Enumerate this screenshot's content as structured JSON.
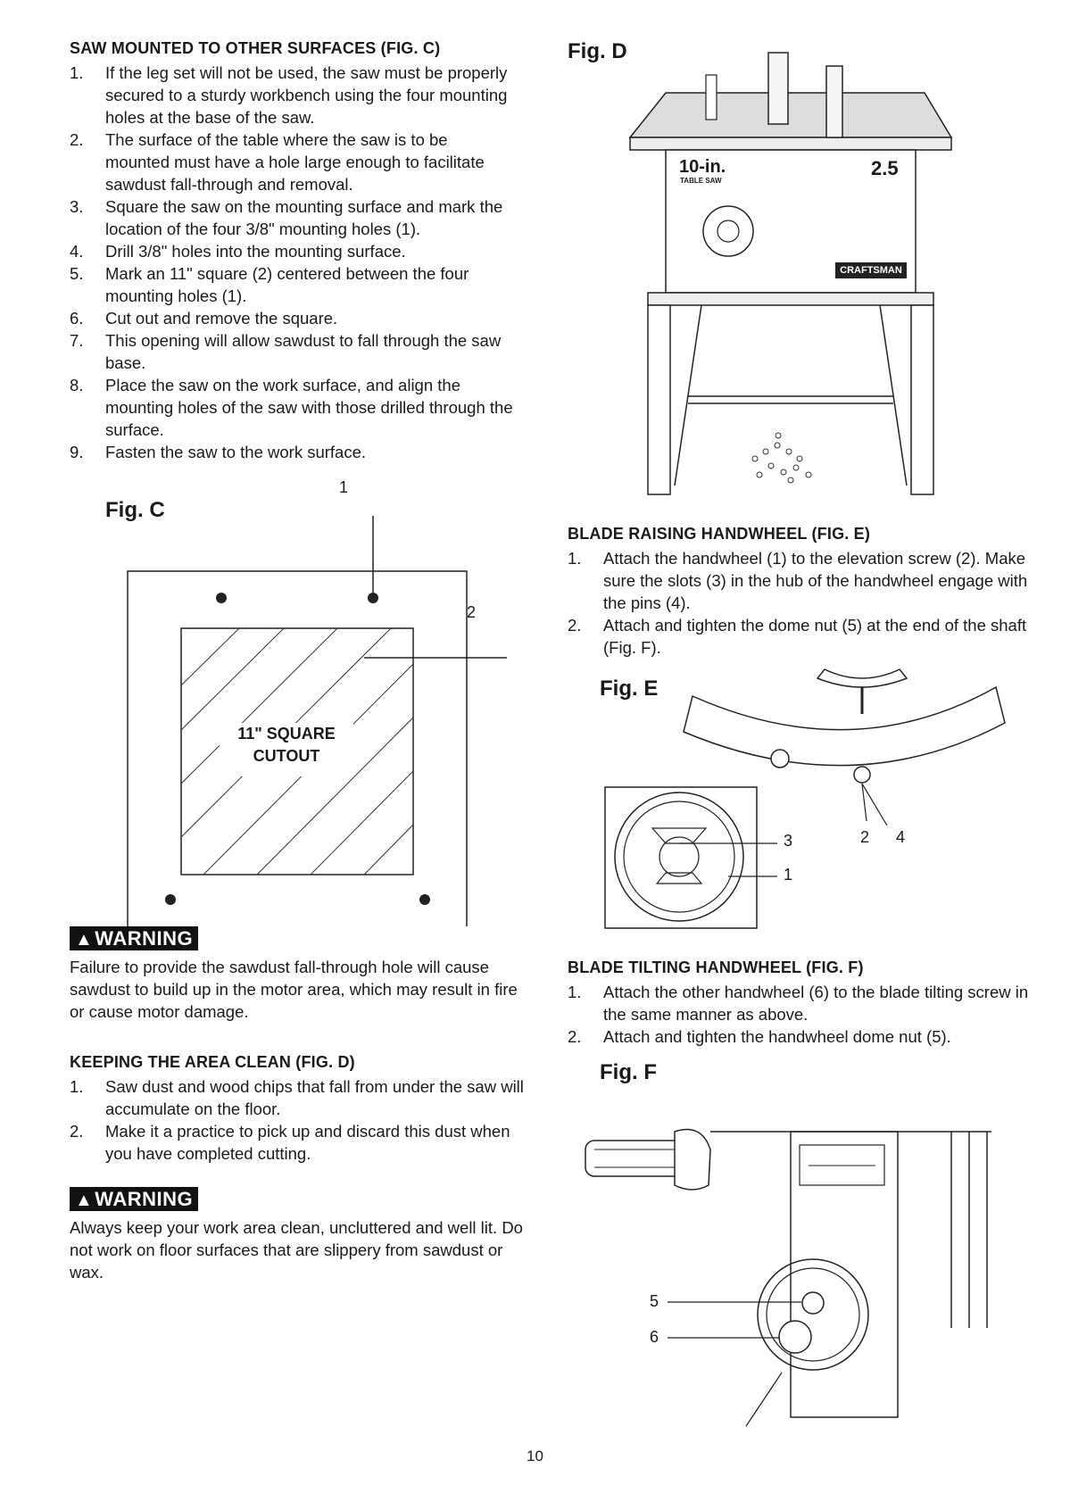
{
  "left": {
    "saw_mounted": {
      "heading": "SAW MOUNTED TO OTHER SURFACES (FIG. C)",
      "steps": [
        {
          "num": "1.",
          "text": "If the leg set will not be used, the saw must be properly secured to a sturdy workbench using the four mounting holes at the base of the saw."
        },
        {
          "num": "2.",
          "text": "The surface of the table where the saw is to be mounted must have a hole large enough to facilitate sawdust fall-through and removal."
        },
        {
          "num": "3.",
          "text": "Square the saw on the mounting surface and mark the location of the four 3/8\" mounting holes (1)."
        },
        {
          "num": "4.",
          "text": "Drill 3/8\" holes into the mounting surface."
        },
        {
          "num": "5.",
          "text": "Mark an 11\" square (2) centered between the four mounting holes (1)."
        },
        {
          "num": "6.",
          "text": "Cut out and remove the square."
        },
        {
          "num": "7.",
          "text": "This opening will allow sawdust to fall through the saw base."
        },
        {
          "num": "8.",
          "text": "Place the saw on the work surface, and align the mounting holes of the saw with those drilled through the surface."
        },
        {
          "num": "9.",
          "text": "Fasten the saw to the work surface."
        }
      ]
    },
    "fig_c": {
      "label": "Fig. C",
      "callout_1": "1",
      "callout_2": "2",
      "cutout_line1": "11\" SQUARE",
      "cutout_line2": "CUTOUT"
    },
    "warning1": {
      "badge": "WARNING",
      "text": "Failure to provide the sawdust fall-through hole will cause sawdust to build up in the motor area, which may result in fire or cause motor damage."
    },
    "keeping": {
      "heading": "KEEPING THE AREA CLEAN (FIG. D)",
      "steps": [
        {
          "num": "1.",
          "text": "Saw dust and wood chips that fall from under the saw will accumulate on the floor."
        },
        {
          "num": "2.",
          "text": "Make it a practice to pick up and discard this dust when you have completed cutting."
        }
      ]
    },
    "warning2": {
      "badge": "WARNING",
      "text": "Always keep your work area clean, uncluttered and well lit. Do not work on floor surfaces that are slippery from sawdust or wax."
    }
  },
  "right": {
    "fig_d": {
      "label": "Fig. D",
      "badge_size": "10-in.",
      "badge_sub": "TABLE SAW",
      "badge_hp": "2.5",
      "brand": "CRAFTSMAN"
    },
    "blade_raising": {
      "heading": "BLADE RAISING HANDWHEEL (FIG. E)",
      "steps": [
        {
          "num": "1.",
          "text": "Attach the handwheel (1) to the elevation screw (2). Make sure the slots (3) in the hub of the handwheel engage with the pins (4)."
        },
        {
          "num": "2.",
          "text": "Attach and tighten the dome nut (5) at the end of the shaft (Fig. F)."
        }
      ]
    },
    "fig_e": {
      "label": "Fig. E",
      "c3": "3",
      "c1": "1",
      "c2": "2",
      "c4": "4"
    },
    "blade_tilting": {
      "heading": "BLADE TILTING HANDWHEEL (FIG. F)",
      "steps": [
        {
          "num": "1.",
          "text": "Attach the other handwheel (6) to the blade tilting screw in the same manner as above."
        },
        {
          "num": "2.",
          "text": "Attach and tighten the handwheel dome nut (5)."
        }
      ]
    },
    "fig_f": {
      "label": "Fig. F",
      "c5": "5",
      "c6": "6"
    }
  },
  "page_number": "10"
}
